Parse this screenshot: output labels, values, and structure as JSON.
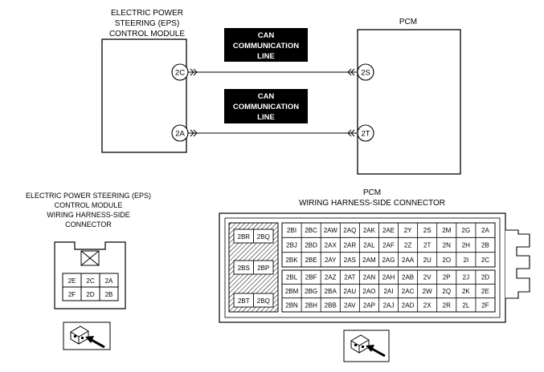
{
  "eps_module": {
    "title_lines": [
      "ELECTRIC POWER",
      "STEERING (EPS)",
      "CONTROL MODULE"
    ],
    "pins": [
      "2C",
      "2A"
    ]
  },
  "pcm": {
    "title": "PCM",
    "pins": [
      "2S",
      "2T"
    ]
  },
  "can_lines": [
    {
      "label_lines": [
        "CAN",
        "COMMUNICATION",
        "LINE"
      ]
    },
    {
      "label_lines": [
        "CAN",
        "COMMUNICATION",
        "LINE"
      ]
    }
  ],
  "eps_connector": {
    "title_lines": [
      "ELECTRIC POWER STEERING (EPS)",
      "CONTROL MODULE",
      "WIRING HARNESS-SIDE",
      "CONNECTOR"
    ],
    "rows": [
      [
        "2E",
        "2C",
        "2A"
      ],
      [
        "2F",
        "2D",
        "2B"
      ]
    ]
  },
  "pcm_connector": {
    "title_lines": [
      "PCM",
      "WIRING HARNESS-SIDE CONNECTOR"
    ],
    "left_rows": [
      [
        "2BR",
        "2BQ"
      ],
      [
        "2BS",
        "2BP"
      ],
      [
        "2BT",
        "2BQ"
      ]
    ],
    "upper_rows": [
      [
        "2BI",
        "2BC",
        "2AW",
        "2AQ",
        "2AK",
        "2AE",
        "2Y",
        "2S",
        "2M",
        "2G",
        "2A"
      ],
      [
        "2BJ",
        "2BD",
        "2AX",
        "2AR",
        "2AL",
        "2AF",
        "2Z",
        "2T",
        "2N",
        "2H",
        "2B"
      ],
      [
        "2BK",
        "2BE",
        "2AY",
        "2AS",
        "2AM",
        "2AG",
        "2AA",
        "2U",
        "2O",
        "2I",
        "2C"
      ]
    ],
    "lower_rows": [
      [
        "2BL",
        "2BF",
        "2AZ",
        "2AT",
        "2AN",
        "2AH",
        "2AB",
        "2V",
        "2P",
        "2J",
        "2D"
      ],
      [
        "2BM",
        "2BG",
        "2BA",
        "2AU",
        "2AO",
        "2AI",
        "2AC",
        "2W",
        "2Q",
        "2K",
        "2E"
      ],
      [
        "2BN",
        "2BH",
        "2BB",
        "2AV",
        "2AP",
        "2AJ",
        "2AD",
        "2X",
        "2R",
        "2L",
        "2F"
      ]
    ]
  }
}
